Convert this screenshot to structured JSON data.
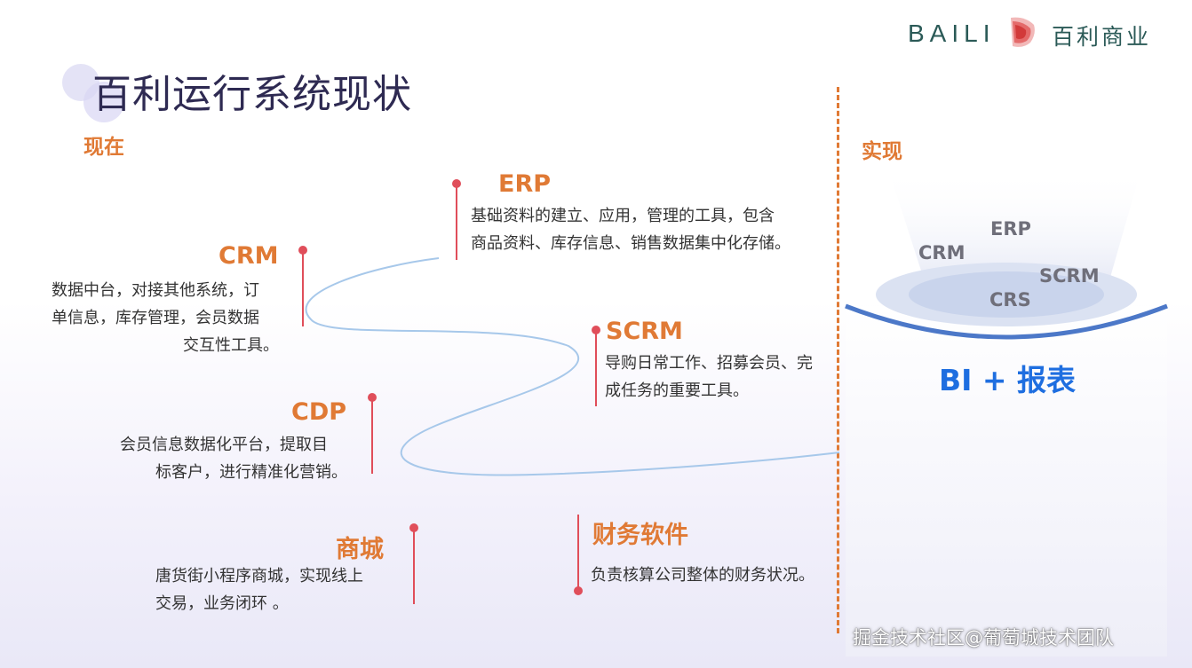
{
  "logo": {
    "brand_en": "BAILI",
    "brand_cn": "百利商业",
    "icon": "baili-logo-mark"
  },
  "title": "百利运行系统现状",
  "labels": {
    "now": "现在",
    "realized": "实现"
  },
  "systems": {
    "erp": {
      "title": "ERP",
      "desc_lines": [
        "基础资料的建立、应用，管理的工具，包含",
        "商品资料、库存信息、销售数据集中化存储。"
      ]
    },
    "crm": {
      "title": "CRM",
      "desc_lines": [
        "数据中台，对接其他系统，订",
        "单信息，库存管理，会员数据",
        "交互性工具。"
      ]
    },
    "scrm": {
      "title": "SCRM",
      "desc_lines": [
        "导购日常工作、招募会员、完",
        "成任务的重要工具。"
      ]
    },
    "cdp": {
      "title": "CDP",
      "desc_lines": [
        "会员信息数据化平台，提取目",
        "标客户，进行精准化营销。"
      ]
    },
    "mall": {
      "title": "商城",
      "desc_lines": [
        "唐货街小程序商城，实现线上",
        "交易，业务闭环 。"
      ]
    },
    "finance": {
      "title": "财务软件",
      "desc_lines": [
        "负责核算公司整体的财务状况。"
      ]
    }
  },
  "bi_stack": {
    "items": [
      "ERP",
      "CRM",
      "SCRM",
      "CRS"
    ],
    "title": "BI + 报表"
  },
  "watermark": "掘金技术社区@葡萄城技术团队",
  "colors": {
    "accent_orange": "#e07a35",
    "marker_red": "#e04e5a",
    "bi_blue": "#1e6ee0",
    "title_dark": "#2e2a52"
  }
}
